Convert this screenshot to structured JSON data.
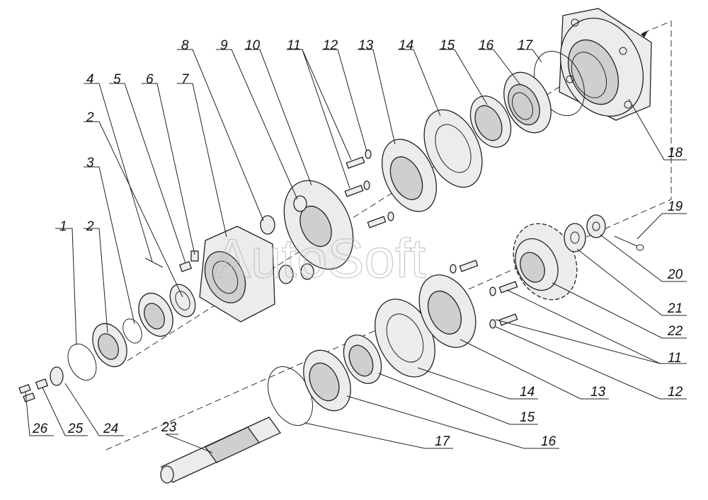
{
  "watermark": "AutoSoft",
  "callouts": [
    {
      "num": "1"
    },
    {
      "num": "2"
    },
    {
      "num": "2"
    },
    {
      "num": "3"
    },
    {
      "num": "4"
    },
    {
      "num": "5"
    },
    {
      "num": "6"
    },
    {
      "num": "7"
    },
    {
      "num": "8"
    },
    {
      "num": "9"
    },
    {
      "num": "10"
    },
    {
      "num": "11"
    },
    {
      "num": "12"
    },
    {
      "num": "13"
    },
    {
      "num": "14"
    },
    {
      "num": "15"
    },
    {
      "num": "16"
    },
    {
      "num": "17"
    },
    {
      "num": "18"
    },
    {
      "num": "19"
    },
    {
      "num": "20"
    },
    {
      "num": "21"
    },
    {
      "num": "22"
    },
    {
      "num": "11"
    },
    {
      "num": "12"
    },
    {
      "num": "13"
    },
    {
      "num": "14"
    },
    {
      "num": "15"
    },
    {
      "num": "16"
    },
    {
      "num": "17"
    },
    {
      "num": "23"
    },
    {
      "num": "24"
    },
    {
      "num": "25"
    },
    {
      "num": "26"
    }
  ],
  "colors": {
    "line": "#222222",
    "fill": "#ececec",
    "background": "#ffffff",
    "watermark": "#bbbbbb"
  }
}
